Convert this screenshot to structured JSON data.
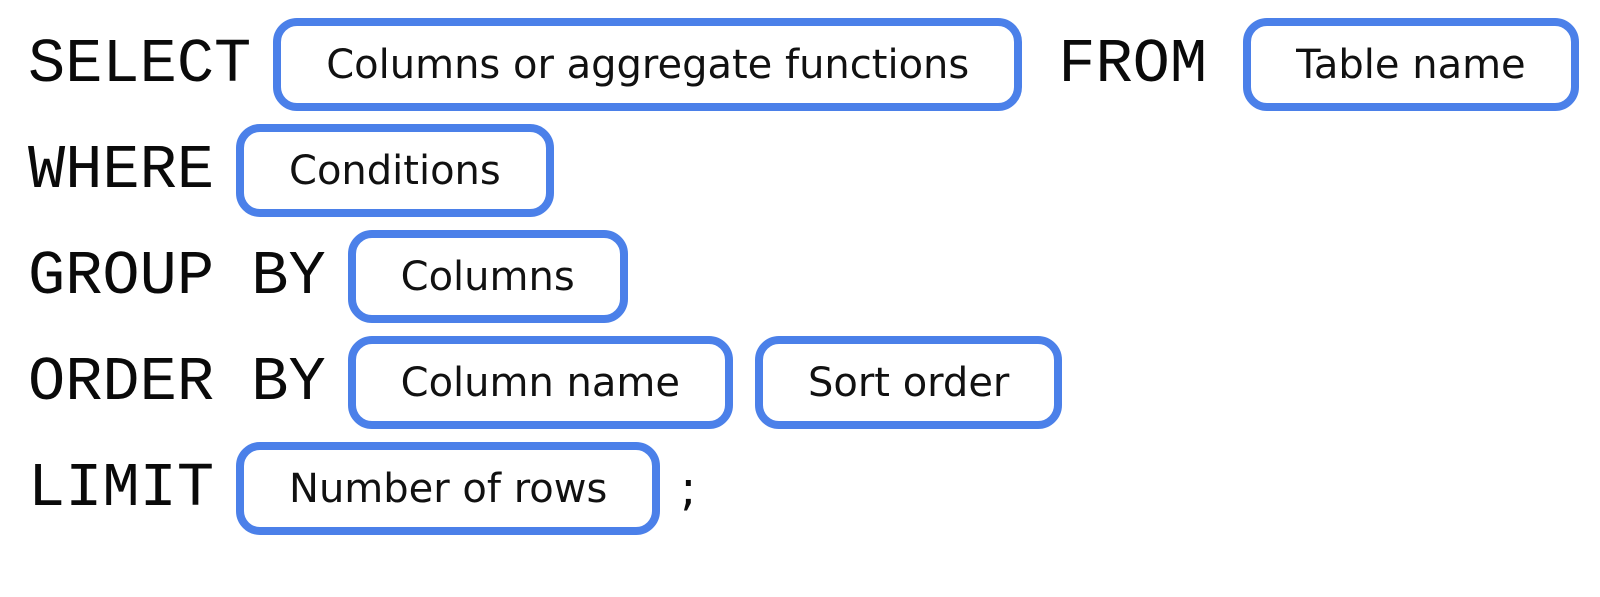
{
  "diagram": {
    "description": "SQL query syntax diagram",
    "accent_color": "#4B80E9",
    "keyword_color": "#0a0a0a",
    "label_color": "#111111"
  },
  "rows": [
    {
      "segments": [
        {
          "type": "keyword",
          "text": "SELECT"
        },
        {
          "type": "box",
          "text": "Columns or aggregate functions"
        },
        {
          "type": "keyword",
          "text": "FROM"
        },
        {
          "type": "box",
          "text": "Table name"
        }
      ]
    },
    {
      "segments": [
        {
          "type": "keyword",
          "text": "WHERE"
        },
        {
          "type": "box",
          "text": "Conditions"
        }
      ]
    },
    {
      "segments": [
        {
          "type": "keyword",
          "text": "GROUP BY"
        },
        {
          "type": "box",
          "text": "Columns"
        }
      ]
    },
    {
      "segments": [
        {
          "type": "keyword",
          "text": "ORDER BY"
        },
        {
          "type": "box",
          "text": "Column name"
        },
        {
          "type": "box",
          "text": "Sort order"
        }
      ]
    },
    {
      "segments": [
        {
          "type": "keyword",
          "text": "LIMIT"
        },
        {
          "type": "box",
          "text": "Number of rows"
        },
        {
          "type": "punctuation",
          "text": ";"
        }
      ]
    }
  ]
}
